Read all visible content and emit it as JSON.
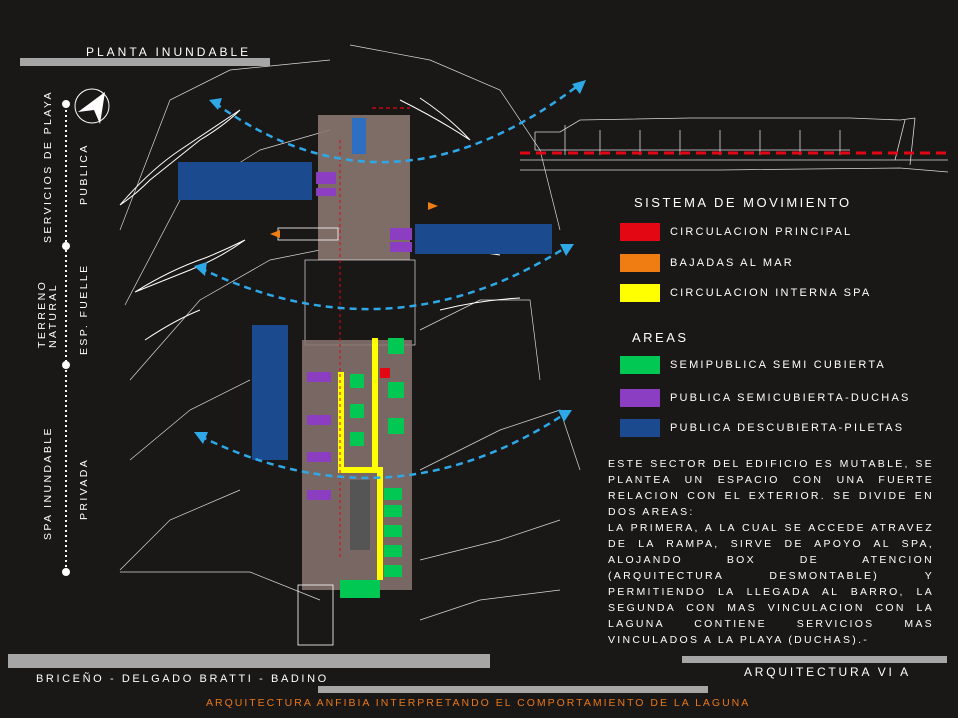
{
  "header": {
    "title": "PLANTA INUNDABLE"
  },
  "legend": {
    "movement_title": "SISTEMA DE MOVIMIENTO",
    "movement": [
      {
        "label": "CIRCULACION PRINCIPAL",
        "color": "#e30613"
      },
      {
        "label": "BAJADAS AL MAR",
        "color": "#f07d12"
      },
      {
        "label": "CIRCULACION INTERNA SPA",
        "color": "#ffff00"
      }
    ],
    "areas_title": "AREAS",
    "areas": [
      {
        "label": "SEMIPUBLICA SEMI CUBIERTA",
        "color": "#00c853"
      },
      {
        "label": "PUBLICA SEMICUBIERTA-DUCHAS",
        "color": "#8b3ec2"
      },
      {
        "label": "PUBLICA  DESCUBIERTA-PILETAS",
        "color": "#1c4a8f"
      }
    ]
  },
  "description": {
    "lines": [
      "ESTE SECTOR DEL EDIFICIO ES MUTABLE, SE PLANTEA UN ESPACIO CON UNA FUERTE RELACION CON EL EXTERIOR. SE DIVIDE EN DOS AREAS:",
      "LA PRIMERA, A LA CUAL SE ACCEDE ATRAVEZ DE LA RAMPA, SIRVE DE APOYO AL SPA, ALOJANDO BOX DE ATENCION (ARQUITECTURA DESMONTABLE) Y PERMITIENDO LA LLEGADA AL BARRO, LA SEGUNDA CON MAS VINCULACION CON LA LAGUNA CONTIENE SERVICIOS MAS VINCULADOS A LA PLAYA (DUCHAS).-"
    ]
  },
  "side_labels": {
    "servicios": "SERVICIOS DE PLAYA",
    "publica": "PUBLICA",
    "terreno": "TERRENO",
    "natural": "NATURAL",
    "esp_fuelle": "ESP. FUELLE",
    "spa_inundable": "SPA INUNDABLE",
    "privada": "PRIVADA"
  },
  "footer": {
    "authors": "BRICEÑO - DELGADO BRATTI - BADINO",
    "course": "ARQUITECTURA VI A",
    "subtitle": "ARQUITECTURA ANFIBIA INTERPRETANDO EL COMPORTAMIENTO DE LA LAGUNA"
  },
  "colors": {
    "background": "#1a1717",
    "bar_gray": "#a6a6a6",
    "subtitle_orange": "#e8781a",
    "arrow_blue": "#2ea8e6",
    "building": "#8a7570"
  },
  "icons": {
    "north": "north-arrow-icon"
  }
}
